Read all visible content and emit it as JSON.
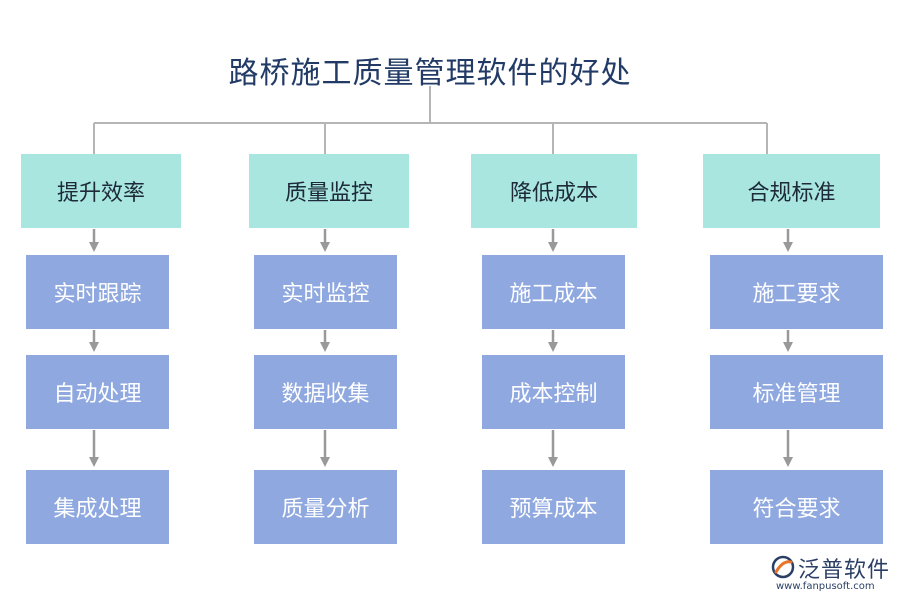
{
  "title": "路桥施工质量管理软件的好处",
  "colors": {
    "category_bg": "#a8e6df",
    "item_bg": "#8fa8df",
    "title_text": "#223a66",
    "connector": "#999999"
  },
  "columns": [
    {
      "category": "提升效率",
      "items": [
        "实时跟踪",
        "自动处理",
        "集成处理"
      ]
    },
    {
      "category": "质量监控",
      "items": [
        "实时监控",
        "数据收集",
        "质量分析"
      ]
    },
    {
      "category": "降低成本",
      "items": [
        "施工成本",
        "成本控制",
        "预算成本"
      ]
    },
    {
      "category": "合规标准",
      "items": [
        "施工要求",
        "标准管理",
        "符合要求"
      ]
    }
  ],
  "logo": {
    "name": "泛普软件",
    "url": "www.fanpusoft.com",
    "icon": "fanpu-logo-icon"
  }
}
